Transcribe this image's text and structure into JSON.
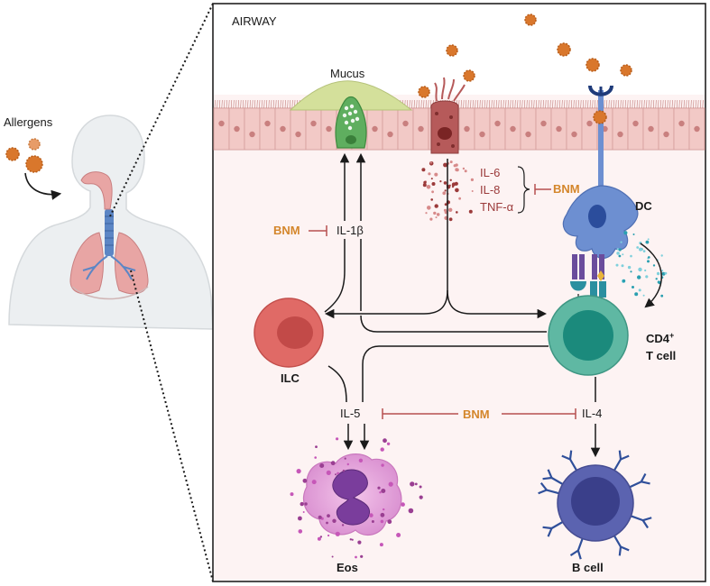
{
  "labels": {
    "allergens": "Allergens",
    "airway": "AIRWAY",
    "mucus": "Mucus",
    "il6": "IL-6",
    "il8": "IL-8",
    "tnfa": "TNF-α",
    "il1b": "IL-1β",
    "il5": "IL-5",
    "il4": "IL-4",
    "bnm": "BNM",
    "dc": "DC",
    "cd4_main": "CD4",
    "cd4_sup": "+",
    "tcell": "T cell",
    "ilc": "ILC",
    "eos": "Eos",
    "bcell": "B cell"
  },
  "colors": {
    "bnm": "#d4862b",
    "cytokine_red": "#9b3a3a",
    "allergen": "#d9772c",
    "epithelium": "#f2c9c6",
    "ilc": "#e06a66",
    "tcell": "#52b39d",
    "dc": "#6d8fd1",
    "eos": "#d487c9",
    "bcell": "#5b63b0"
  }
}
